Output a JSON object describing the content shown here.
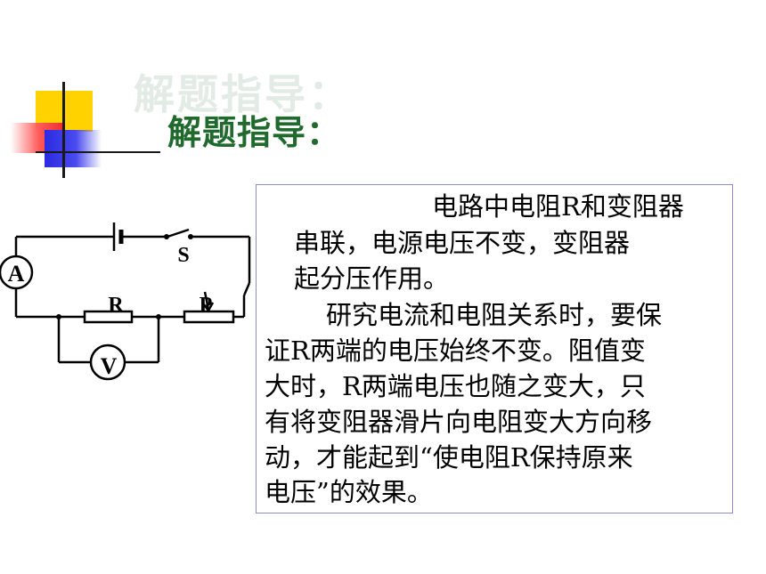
{
  "title": "解题指导：",
  "circuit": {
    "labels": {
      "ammeter": "A",
      "switch": "S",
      "resistor": "R",
      "rheostat": "P",
      "voltmeter": "V"
    }
  },
  "text_lines": [
    "电路中电阻R和变阻器",
    "串联，电源电压不变，变阻器",
    "起分压作用。",
    "研究电流和电阻关系时，要保",
    "证R两端的电压始终不变。阻值变",
    "大时，R两端电压也随之变大，只",
    "有将变阻器滑片向电阻变大方向移",
    "动，才能起到“使电阻R保持原来",
    "电压”的效果。"
  ]
}
